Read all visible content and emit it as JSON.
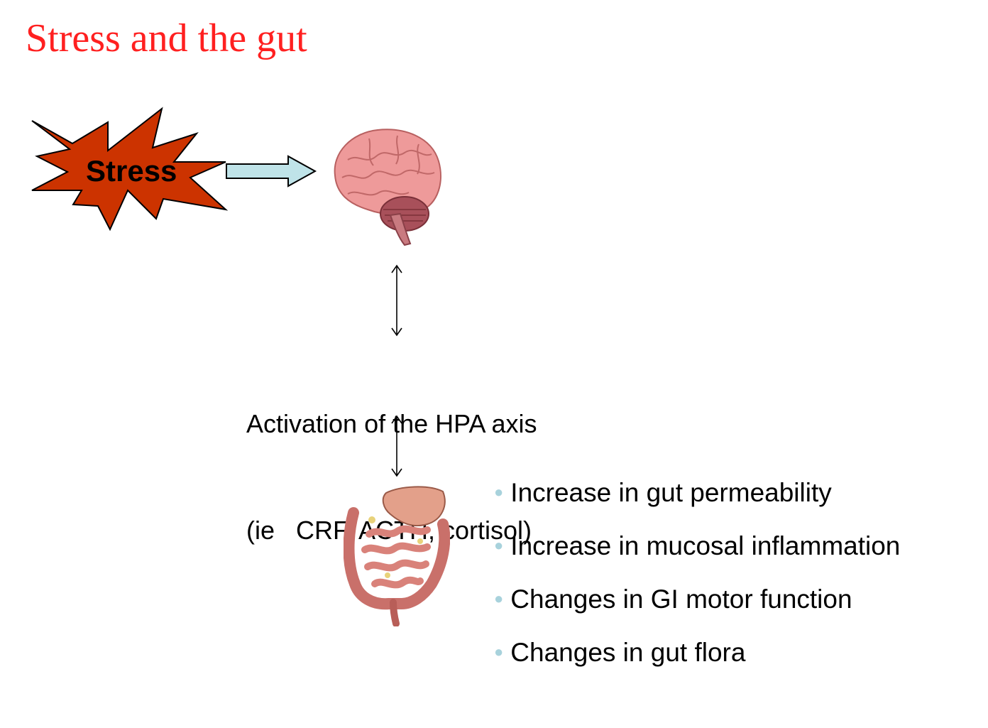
{
  "slide": {
    "title": "Stress and the gut",
    "title_color": "#ff2020"
  },
  "stress": {
    "label": "Stress",
    "burst_fill": "#cc3300",
    "burst_stroke": "#000000"
  },
  "flow_arrow": {
    "fill": "#bfe3e8",
    "stroke": "#000000"
  },
  "brain": {
    "icon": "brain-illustration"
  },
  "hpa": {
    "line1": "Activation of the HPA axis",
    "line2": "(ie   CRF, ACTH, cortisol)"
  },
  "gut": {
    "icon": "intestines-illustration"
  },
  "effects": {
    "bullet_color": "#a8d2dc",
    "items": [
      "Increase in gut permeability",
      "Increase in mucosal inflammation",
      "Changes in GI motor function",
      "Changes in gut flora"
    ]
  }
}
